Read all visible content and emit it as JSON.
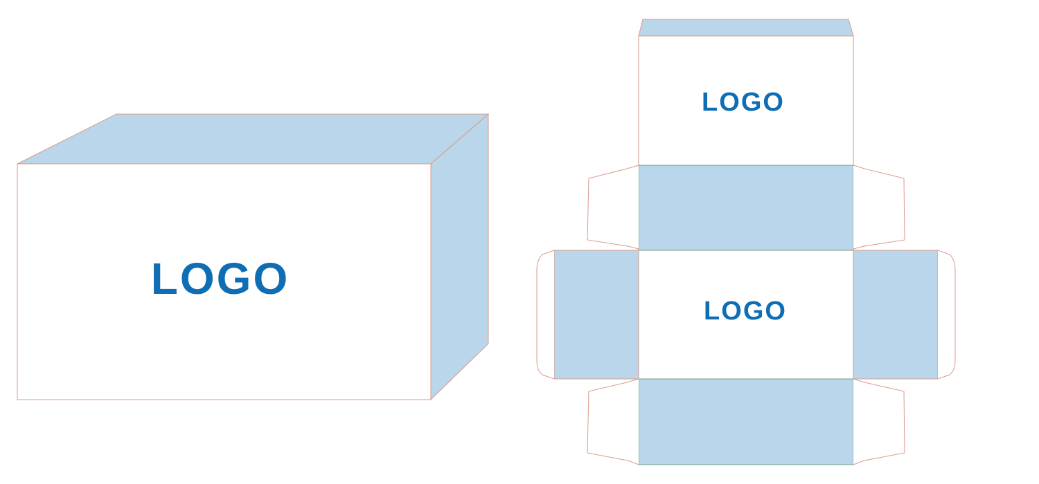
{
  "box_3d": {
    "front_logo": "LOGO"
  },
  "dieline": {
    "lid_logo": "LOGO",
    "base_logo": "LOGO"
  },
  "colors": {
    "panel_fill": "#b9d6ea",
    "face_fill": "#ffffff",
    "outline": "#d99a8a",
    "fold_line": "#6f9f8a",
    "logo": "#0f6db4"
  }
}
